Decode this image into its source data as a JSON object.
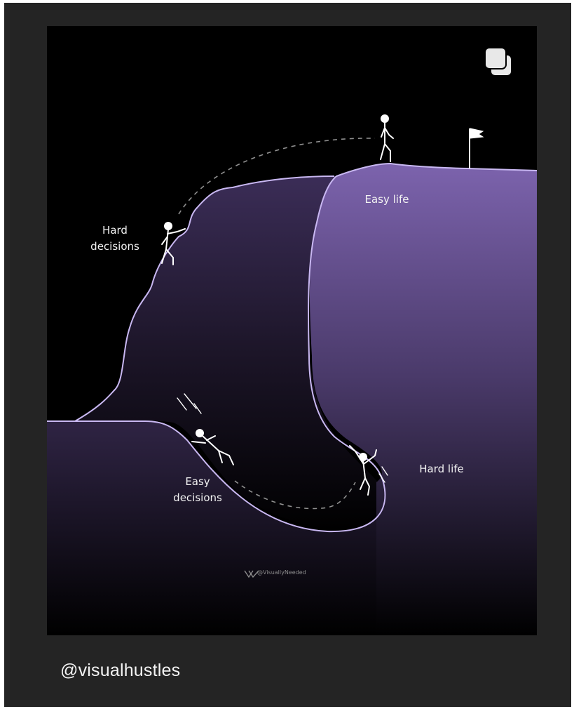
{
  "post": {
    "labels": {
      "hard_decisions": "Hard\ndecisions",
      "easy_life": "Easy life",
      "easy_decisions": "Easy\ndecisions",
      "hard_life": "Hard life"
    },
    "watermark": "@VisuallyNeeded",
    "icons": {
      "carousel": "multiple-images-icon",
      "flag": "flag-icon",
      "watermark_logo": "visuallyneeded-logo-icon"
    },
    "colors": {
      "hill_fill": "#7b62ae",
      "outline": "#c9b8f2",
      "background": "#000000",
      "frame": "#242424"
    }
  },
  "account": {
    "username": "@visualhustles"
  }
}
